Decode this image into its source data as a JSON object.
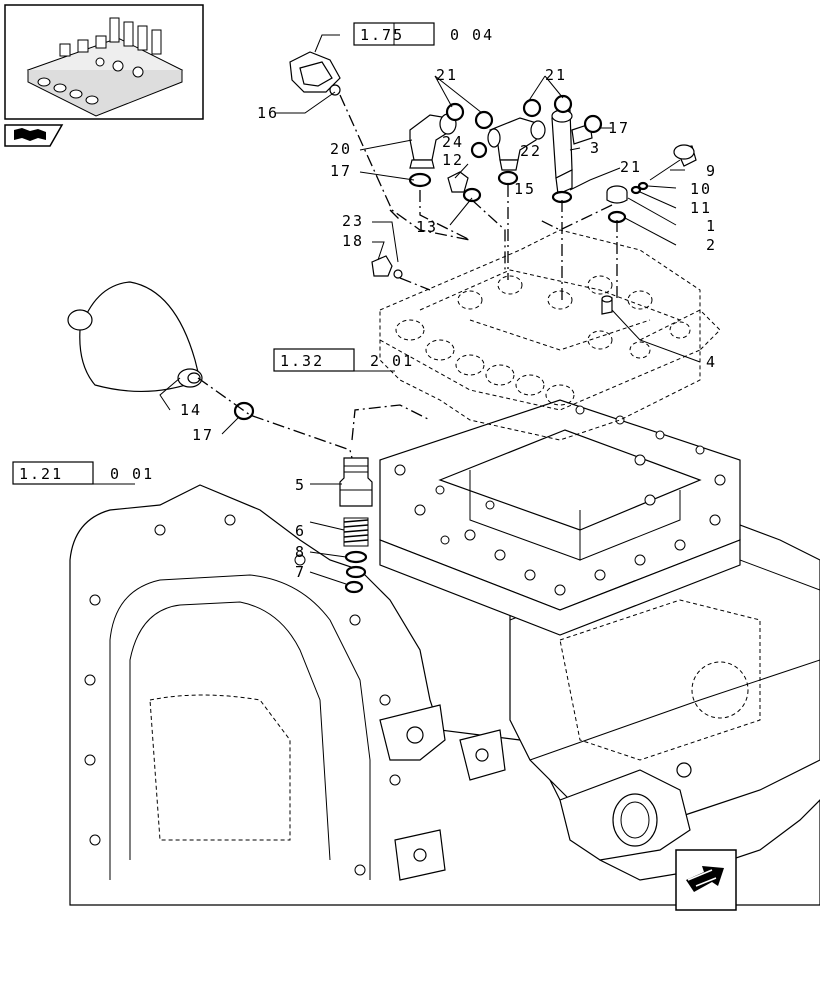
{
  "diagram": {
    "references": [
      {
        "id": "ref-1-75",
        "boxed": "1.75",
        "suffix": "0 04"
      },
      {
        "id": "ref-1-32",
        "boxed": "1.32",
        "suffix": "2 01"
      },
      {
        "id": "ref-1-21",
        "boxed": "1.21",
        "suffix": "0 01"
      }
    ],
    "callouts": [
      {
        "id": "c1",
        "text": "1"
      },
      {
        "id": "c2",
        "text": "2"
      },
      {
        "id": "c3",
        "text": "3"
      },
      {
        "id": "c4",
        "text": "4"
      },
      {
        "id": "c5",
        "text": "5"
      },
      {
        "id": "c6",
        "text": "6"
      },
      {
        "id": "c7",
        "text": "7"
      },
      {
        "id": "c8",
        "text": "8"
      },
      {
        "id": "c9",
        "text": "9"
      },
      {
        "id": "c10",
        "text": "10"
      },
      {
        "id": "c11",
        "text": "11"
      },
      {
        "id": "c12",
        "text": "12"
      },
      {
        "id": "c13",
        "text": "13"
      },
      {
        "id": "c14",
        "text": "14"
      },
      {
        "id": "c15",
        "text": "15"
      },
      {
        "id": "c16",
        "text": "16"
      },
      {
        "id": "c17a",
        "text": "17"
      },
      {
        "id": "c17b",
        "text": "17"
      },
      {
        "id": "c17c",
        "text": "17"
      },
      {
        "id": "c18",
        "text": "18"
      },
      {
        "id": "c20",
        "text": "20"
      },
      {
        "id": "c21a",
        "text": "21"
      },
      {
        "id": "c21b",
        "text": "21"
      },
      {
        "id": "c21c",
        "text": "21"
      },
      {
        "id": "c22",
        "text": "22"
      },
      {
        "id": "c23",
        "text": "23"
      },
      {
        "id": "c24",
        "text": "24"
      }
    ],
    "icons": {
      "thumbnail": "valve-block-thumbnail-icon",
      "book": "manual-book-icon",
      "nav": "navigate-arrow-icon"
    }
  }
}
